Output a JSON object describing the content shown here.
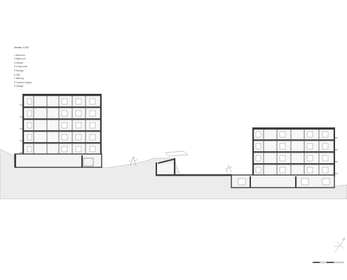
{
  "legend": {
    "title": "Section   1:200",
    "items": [
      "1 Bedroom",
      "2 Bathroom",
      "3 Kitchen",
      "4 Living room",
      "5 Storage",
      "6 Hall",
      "7 Balcony",
      "8 Common Space",
      "9 Garage"
    ]
  },
  "colors": {
    "ground_fill": "#ececec",
    "wall": "#3c3c3c",
    "slab": "#4a4a4a",
    "line": "#888888"
  },
  "icons": [
    "tree-icon",
    "north-arrow-icon",
    "scale-bar-icon"
  ]
}
